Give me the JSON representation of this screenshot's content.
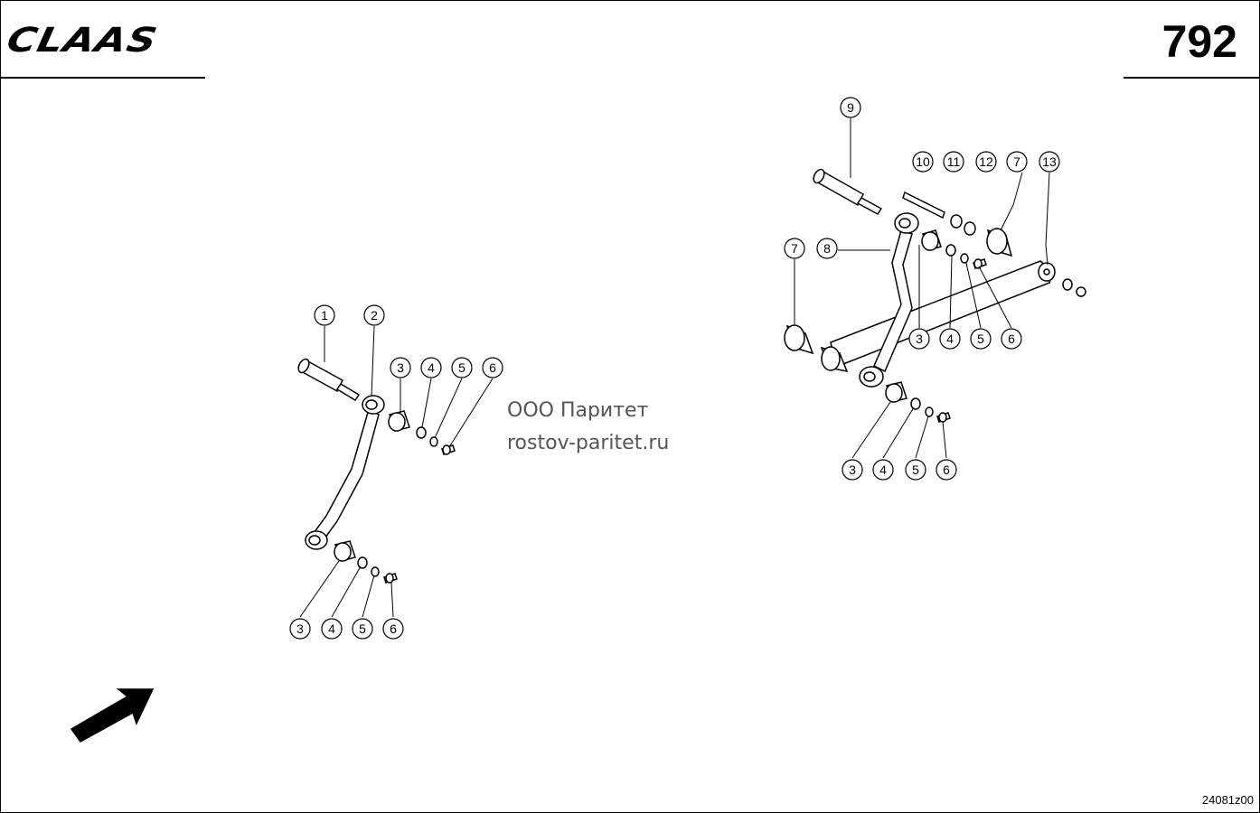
{
  "header": {
    "brand": "CLAAS",
    "page_number": "792"
  },
  "watermark": {
    "line1": "ООО Паритет",
    "line2": "rostov-paritet.ru"
  },
  "footer": {
    "drawing_code": "24081z00"
  },
  "callouts": [
    {
      "id": "c-l-1",
      "label": "1"
    },
    {
      "id": "c-l-2",
      "label": "2"
    },
    {
      "id": "c-l-3a",
      "label": "3"
    },
    {
      "id": "c-l-4a",
      "label": "4"
    },
    {
      "id": "c-l-5a",
      "label": "5"
    },
    {
      "id": "c-l-6a",
      "label": "6"
    },
    {
      "id": "c-l-3b",
      "label": "3"
    },
    {
      "id": "c-l-4b",
      "label": "4"
    },
    {
      "id": "c-l-5b",
      "label": "5"
    },
    {
      "id": "c-l-6b",
      "label": "6"
    },
    {
      "id": "c-r-9",
      "label": "9"
    },
    {
      "id": "c-r-10",
      "label": "10"
    },
    {
      "id": "c-r-11",
      "label": "11"
    },
    {
      "id": "c-r-12",
      "label": "12"
    },
    {
      "id": "c-r-7a",
      "label": "7"
    },
    {
      "id": "c-r-13",
      "label": "13"
    },
    {
      "id": "c-r-7b",
      "label": "7"
    },
    {
      "id": "c-r-8",
      "label": "8"
    },
    {
      "id": "c-r-3a",
      "label": "3"
    },
    {
      "id": "c-r-4a",
      "label": "4"
    },
    {
      "id": "c-r-5a",
      "label": "5"
    },
    {
      "id": "c-r-6a",
      "label": "6"
    },
    {
      "id": "c-r-3b",
      "label": "3"
    },
    {
      "id": "c-r-4b",
      "label": "4"
    },
    {
      "id": "c-r-5b",
      "label": "5"
    },
    {
      "id": "c-r-6b",
      "label": "6"
    }
  ]
}
